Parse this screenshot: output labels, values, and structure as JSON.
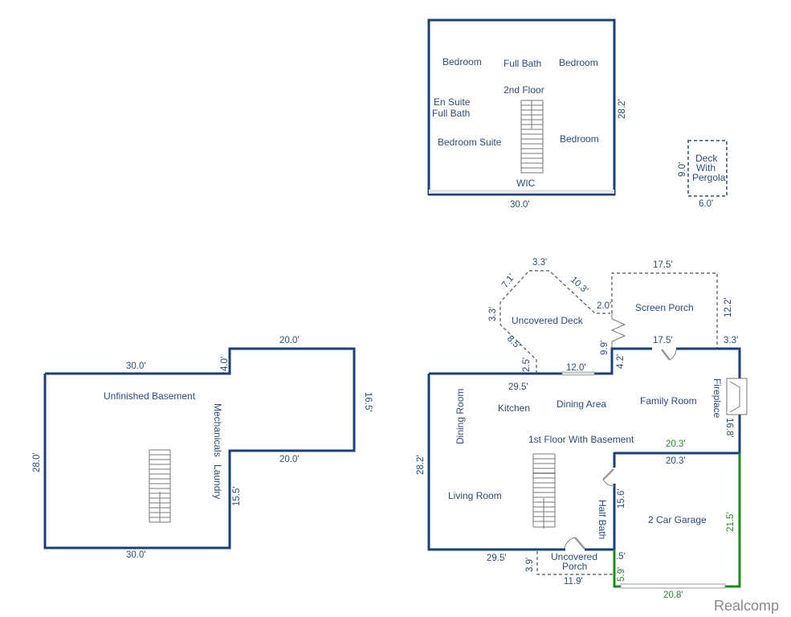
{
  "watermark": "Realcomp",
  "colors": {
    "wall": "#1d3f78",
    "garage_wall": "#1f8a1f",
    "label": "#2b4d80",
    "garage_dim": "#2a8a2a",
    "watermark": "#8a8a8a"
  },
  "second_floor": {
    "title": "2nd Floor",
    "rooms": [
      "Bedroom",
      "Full Bath",
      "Bedroom",
      "En Suite",
      "Full Bath",
      "Bedroom Suite",
      "Bedroom",
      "WIC"
    ],
    "dims": {
      "width": "30.0'",
      "depth": "28.2'"
    }
  },
  "deck_pergola": {
    "label": [
      "Deck",
      "With",
      "Pergola"
    ],
    "dims": {
      "depth": "9.0'",
      "width": "6.0'"
    }
  },
  "basement": {
    "rooms": [
      "Unfinished Basement",
      "Mechanicals",
      "Laundry"
    ],
    "dims": {
      "top_left": "30.0'",
      "step": "4.0'",
      "top_right": "20.0'",
      "right": "16.5'",
      "mid": "20.0'",
      "inner": "15.5'",
      "bottom": "30.0'",
      "left": "28.0'"
    }
  },
  "first_floor": {
    "title": "1st Floor With Basement",
    "rooms": [
      "Dining Room",
      "Kitchen",
      "Dining Area",
      "Family Room",
      "Fireplace",
      "Living Room",
      "Half Bath",
      "2 Car Garage"
    ],
    "dims": {
      "top": "29.5'",
      "sliding_door": "12.0'",
      "step": "4.2'",
      "porch_top": "17.5'",
      "right": "16.8'",
      "garage_top_green": "20.3'",
      "garage_top": "20.3'",
      "left": "28.2'",
      "bottom": "29.5'",
      "half_bath": "15.6'"
    }
  },
  "uncovered_deck": {
    "label": "Uncovered Deck",
    "dims": [
      "3.3'",
      "7.1'",
      "10.3'",
      "2.0'",
      "3.3'",
      "8.5'",
      "2.5'",
      "9.9'"
    ]
  },
  "screen_porch": {
    "label": "Screen Porch",
    "dims": {
      "top": "17.5'",
      "right": "12.2'",
      "corner": "3.3'"
    }
  },
  "uncovered_porch": {
    "label": [
      "Uncovered",
      "Porch"
    ],
    "dims": {
      "depth": "3.9'",
      "width": "11.9'"
    }
  },
  "garage": {
    "dims": {
      "right": "21.5'",
      "bottom": "20.8'",
      "left_small": ".5'",
      "left": "5.9'"
    }
  }
}
